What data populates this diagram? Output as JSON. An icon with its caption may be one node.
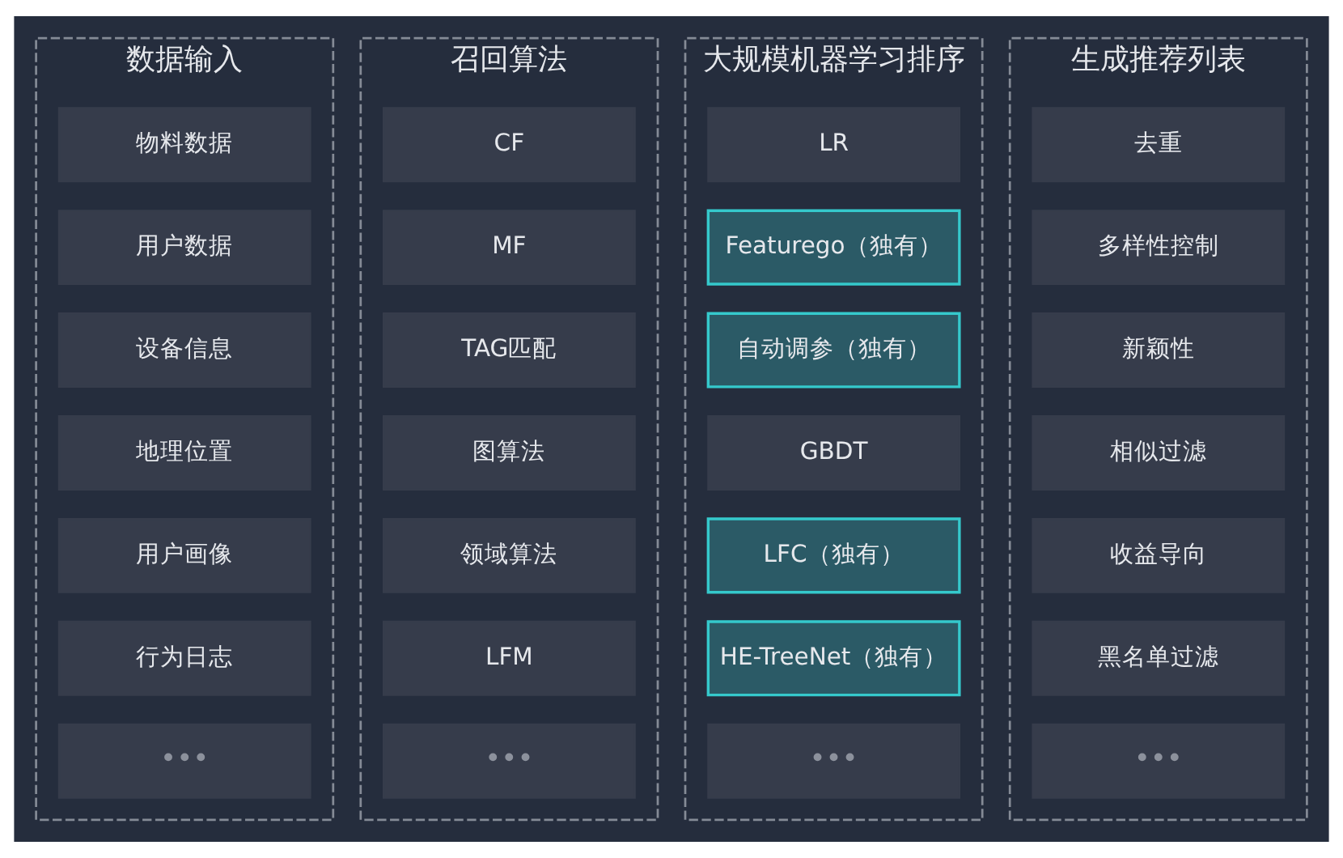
{
  "diagram": {
    "nodes": [
      {
        "text": [
          "数据输入"
        ]
      },
      {
        "text": [
          "物料数据"
        ],
        "in": 0
      },
      {
        "text": [
          "用户数据"
        ],
        "in": 0
      },
      {
        "text": [
          "设备信息"
        ],
        "in": 0
      },
      {
        "text": [
          "地理位置"
        ],
        "in": 0
      },
      {
        "text": [
          "用户画像"
        ],
        "in": 0
      },
      {
        "text": [
          "行为日志"
        ],
        "in": 0
      },
      {
        "text": [
          "•••"
        ],
        "in": 0
      },
      {
        "text": [
          "召回算法"
        ]
      },
      {
        "text": [
          "CF"
        ],
        "in": 8
      },
      {
        "text": [
          "MF"
        ],
        "in": 8
      },
      {
        "text": [
          "TAG匹配"
        ],
        "in": 8
      },
      {
        "text": [
          "图算法"
        ],
        "in": 8
      },
      {
        "text": [
          "领域算法"
        ],
        "in": 8
      },
      {
        "text": [
          "LFM"
        ],
        "in": 8
      },
      {
        "text": [
          "•••"
        ],
        "in": 8
      },
      {
        "text": [
          "大规模机器学习排序"
        ]
      },
      {
        "text": [
          "LR"
        ],
        "in": 16
      },
      {
        "text": [
          "Featurego（独有）"
        ],
        "in": 16
      },
      {
        "text": [
          "自动调参（独有）"
        ],
        "in": 16
      },
      {
        "text": [
          "GBDT"
        ],
        "in": 16
      },
      {
        "text": [
          "LFC（独有）"
        ],
        "in": 16
      },
      {
        "text": [
          "HE-TreeNet（独有）"
        ],
        "in": 16
      },
      {
        "text": [
          "•••"
        ],
        "in": 16
      },
      {
        "text": [
          "生成推荐列表"
        ]
      },
      {
        "text": [
          "去重"
        ],
        "in": 24
      },
      {
        "text": [
          "多样性控制"
        ],
        "in": 24
      },
      {
        "text": [
          "新颖性"
        ],
        "in": 24
      },
      {
        "text": [
          "相似过滤"
        ],
        "in": 24
      },
      {
        "text": [
          "收益导向"
        ],
        "in": 24
      },
      {
        "text": [
          "黑名单过滤"
        ],
        "in": 24
      },
      {
        "text": [
          "•••"
        ],
        "in": 24
      }
    ]
  }
}
